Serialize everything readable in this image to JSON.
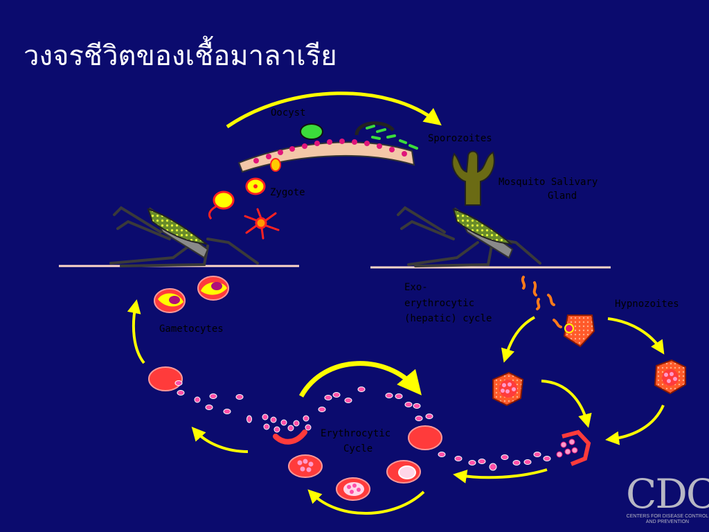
{
  "slide": {
    "title": "วงจรชีวิตของเชื้อมาลาเรีย"
  },
  "labels": {
    "oocyst": "Oocyst",
    "sporozoites": "Sporozoites",
    "salivary_line1": "Mosquito Salivary",
    "salivary_line2": "Gland",
    "zygote": "Zygote",
    "gametocytes": "Gametocytes",
    "exo_line1": "Exo-",
    "exo_line2": "erythrocytic",
    "exo_line3": "(hepatic) cycle",
    "hypnozoites": "Hypnozoites",
    "ery_line1": "Erythrocytic",
    "ery_line2": "Cycle"
  },
  "logo": {
    "mark": "CDC",
    "line1": "CENTERS FOR DISEASE CONTROL",
    "line2": "AND PREVENTION"
  },
  "colors": {
    "background": "#0b0b6e",
    "arrow": "#ffff00",
    "rbc": "#ff3b3b",
    "parasite": "#e0147a",
    "liver_cell": "#ff5a2a",
    "mosquito_body": "#6a8c2a",
    "gut_wall": "#f3c7a8",
    "ground_line": "#ffd7c8"
  }
}
